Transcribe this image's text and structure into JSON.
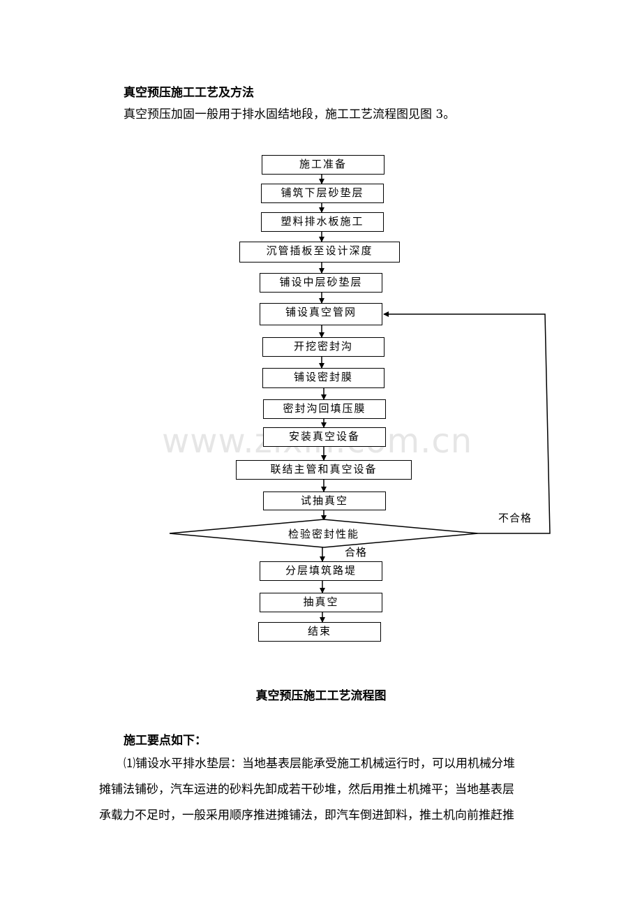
{
  "section_title": "真空预压施工工艺及方法",
  "intro": "真空预压加固一般用于排水固结地段，施工工艺流程图见图 3。",
  "flowchart": {
    "steps": [
      "施工准备",
      "铺筑下层砂垫层",
      "塑料排水板施工",
      "沉管插板至设计深度",
      "铺设中层砂垫层",
      "铺设真空管网",
      "开挖密封沟",
      "铺设密封膜",
      "密封沟回填压膜",
      "安装真空设备",
      "联结主管和真空设备",
      "试抽真空"
    ],
    "decision": "检验密封性能",
    "fail_label": "不合格",
    "pass_label": "合格",
    "after_steps": [
      "分层填筑路堤",
      "抽真空",
      "结束"
    ]
  },
  "watermark": "www.zixin.com.cn",
  "figure_caption": "真空预压施工工艺流程图",
  "key_points_title": "施工要点如下：",
  "key_points_lines": [
    "⑴铺设水平排水垫层：当地基表层能承受施工机械运行时，可以用机械分堆",
    "摊铺法铺砂，汽车运进的砂料先卸成若干砂堆，然后用推土机摊平；当地基表层",
    "承载力不足时，一般采用顺序推进摊铺法，即汽车倒进卸料，推土机向前推赶推"
  ]
}
